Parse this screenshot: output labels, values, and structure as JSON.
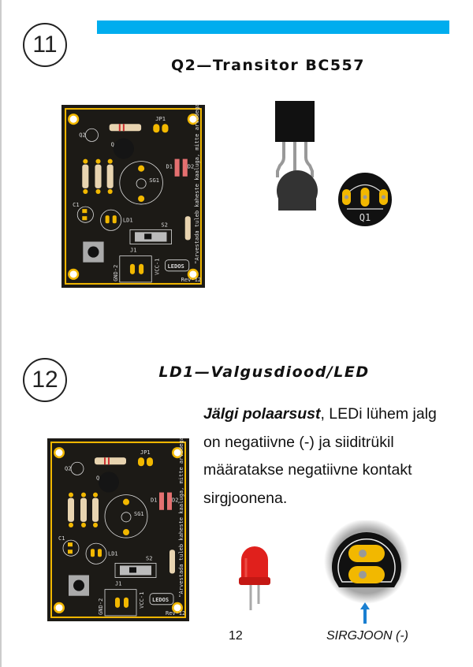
{
  "step11": {
    "number": "11",
    "title": "Q2—Transitor BC557",
    "pad_label": "Q1"
  },
  "step12": {
    "number": "12",
    "title": "LD1—Valgusdiood/LED",
    "text_bold": "Jälgi polaarsust",
    "text_rest": ", LEDi lühem jalg on negatiivne (-) ja siiditrükil määratakse negatiivne kontakt sirgjoonena.",
    "caption": "SIRGJOON (-)"
  },
  "page_number": "12",
  "pcb": {
    "q2": "Q2",
    "q1": "Q",
    "jp1": "JP1",
    "sg1": "SG1",
    "d1": "D1",
    "d2": "D2",
    "c1": "C1",
    "ld1": "LD1",
    "s2": "S2",
    "j1": "J1",
    "gnd": "GND-2",
    "vcc": "VCC-1",
    "logo": "LEDOS",
    "rev": "Rev-12",
    "quote": "\"Arvestada tuleb kaheste kaaluga, mitte arvudega.\" - Isaac Newton"
  },
  "colors": {
    "accent": "#00adee",
    "pcb": "#1c1a16",
    "gold": "#f2b800",
    "led": "#e0201c"
  }
}
